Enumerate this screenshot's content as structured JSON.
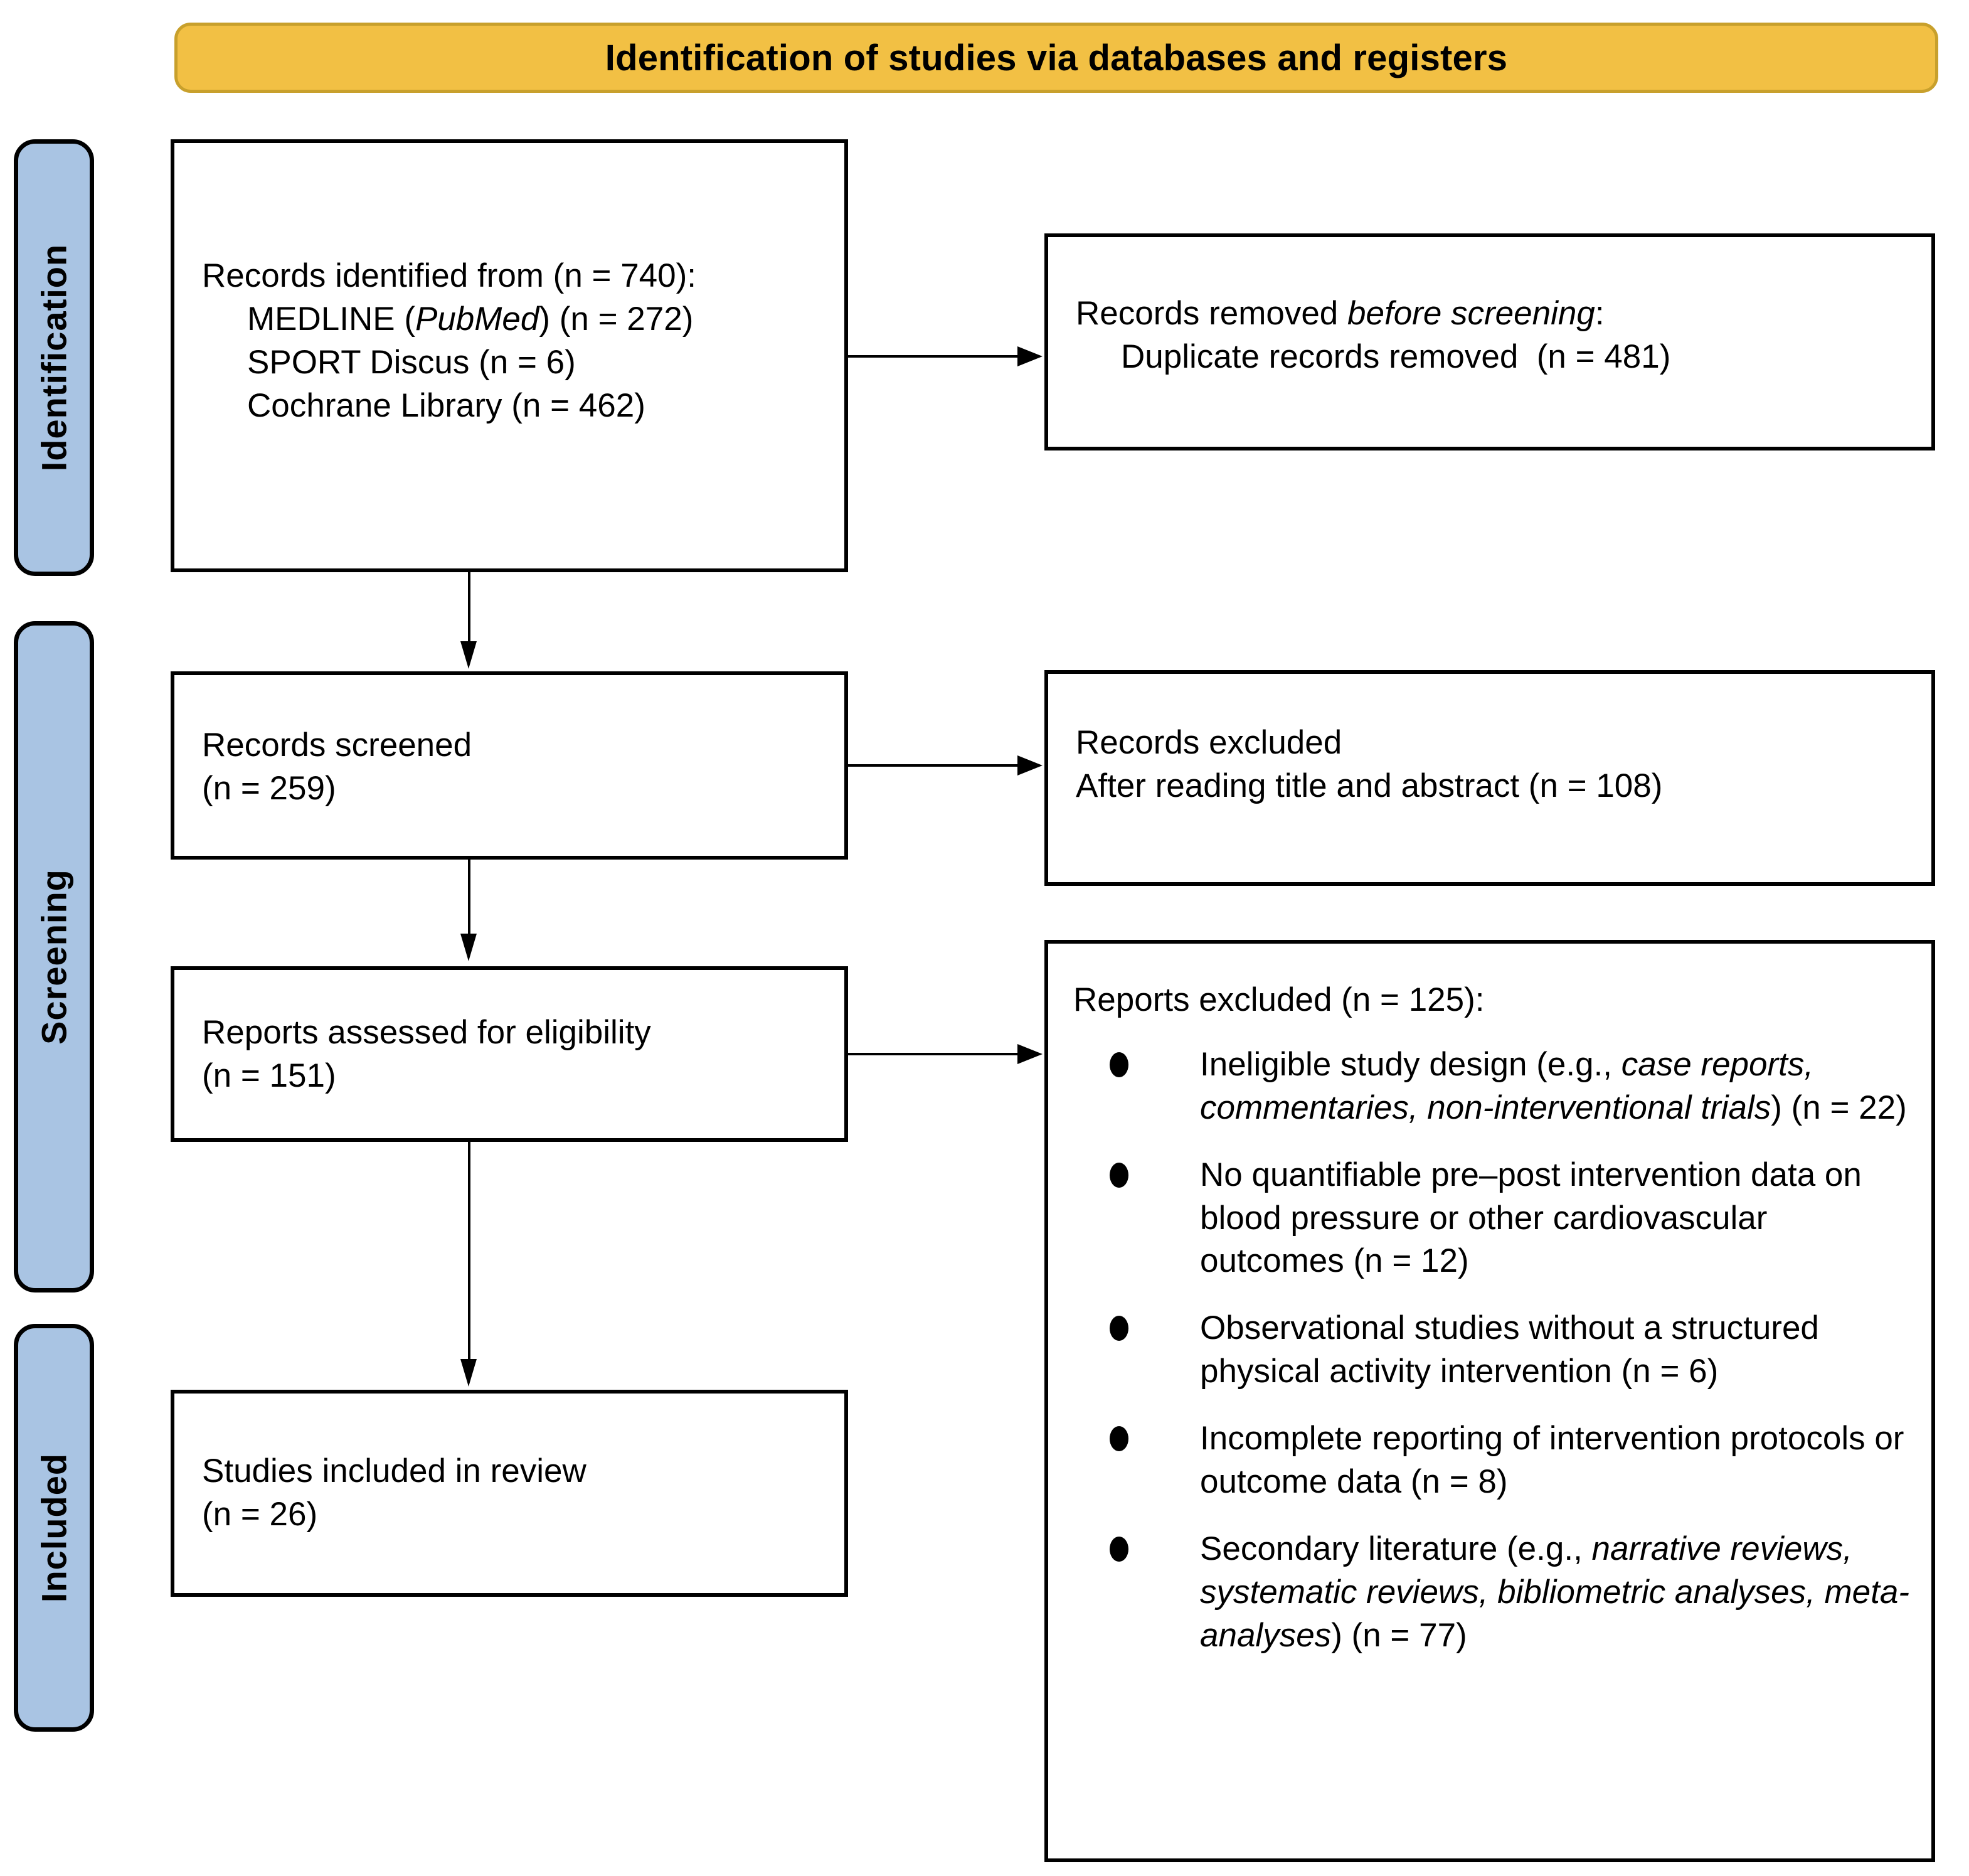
{
  "banner": {
    "title": "Identification of studies via databases and registers"
  },
  "stages": [
    {
      "id": "identification",
      "label": "Identification"
    },
    {
      "id": "screening",
      "label": "Screening"
    },
    {
      "id": "included",
      "label": "Included"
    }
  ],
  "boxes": {
    "identified": {
      "name": "records-identified",
      "lines": [
        "Records identified from (n = 740):",
        "MEDLINE (PubMed) (n = 272)",
        "SPORT Discus (n = 6)",
        "Cochrane Library (n = 462)"
      ],
      "line1": "Records identified from (n = 740):",
      "line2_a": "MEDLINE (",
      "line2_italic": "PubMed",
      "line2_b": ") (n = 272)",
      "line3": "SPORT Discus (n = 6)",
      "line4": "Cochrane Library (n = 462)"
    },
    "removed": {
      "name": "records-removed-before-screening",
      "line1_a": "Records removed ",
      "line1_italic": "before screening",
      "line1_b": ":",
      "line2": "Duplicate records removed  (n = 481)"
    },
    "screened": {
      "name": "records-screened",
      "line1": "Records screened",
      "line2": "(n = 259)"
    },
    "excluded": {
      "name": "records-excluded",
      "line1": "Records excluded",
      "line2": "After reading title and abstract (n = 108)"
    },
    "assessed": {
      "name": "reports-assessed-for-eligibility",
      "line1": "Reports assessed for eligibility",
      "line2": "(n = 151)"
    },
    "reports_excluded": {
      "name": "reports-excluded",
      "heading": "Reports excluded (n = 125):",
      "items": [
        {
          "pre": "Ineligible study design (e.g., ",
          "italic": "case reports, commentaries, non-interventional trials",
          "post": ") (n = 22)"
        },
        {
          "pre": "No quantifiable pre–post intervention data on blood pressure or other cardiovascular outcomes (n = 12)",
          "italic": "",
          "post": ""
        },
        {
          "pre": "Observational studies without a structured physical activity intervention (n = 6)",
          "italic": "",
          "post": ""
        },
        {
          "pre": "Incomplete reporting of intervention protocols or outcome data (n = 8)",
          "italic": "",
          "post": ""
        },
        {
          "pre": "Secondary literature (e.g., ",
          "italic": "narrative reviews, systematic reviews, bibliometric analyses, meta-analyses",
          "post": ") (n = 77)"
        }
      ]
    },
    "included": {
      "name": "studies-included-in-review",
      "line1": "Studies included in review",
      "line2": "(n = 26)"
    }
  },
  "colors": {
    "banner_fill": "#F2C044",
    "banner_border": "#C8A02C",
    "stage_fill": "#A9C4E3",
    "stage_border": "#000000",
    "box_border": "#000000",
    "text": "#000000"
  }
}
